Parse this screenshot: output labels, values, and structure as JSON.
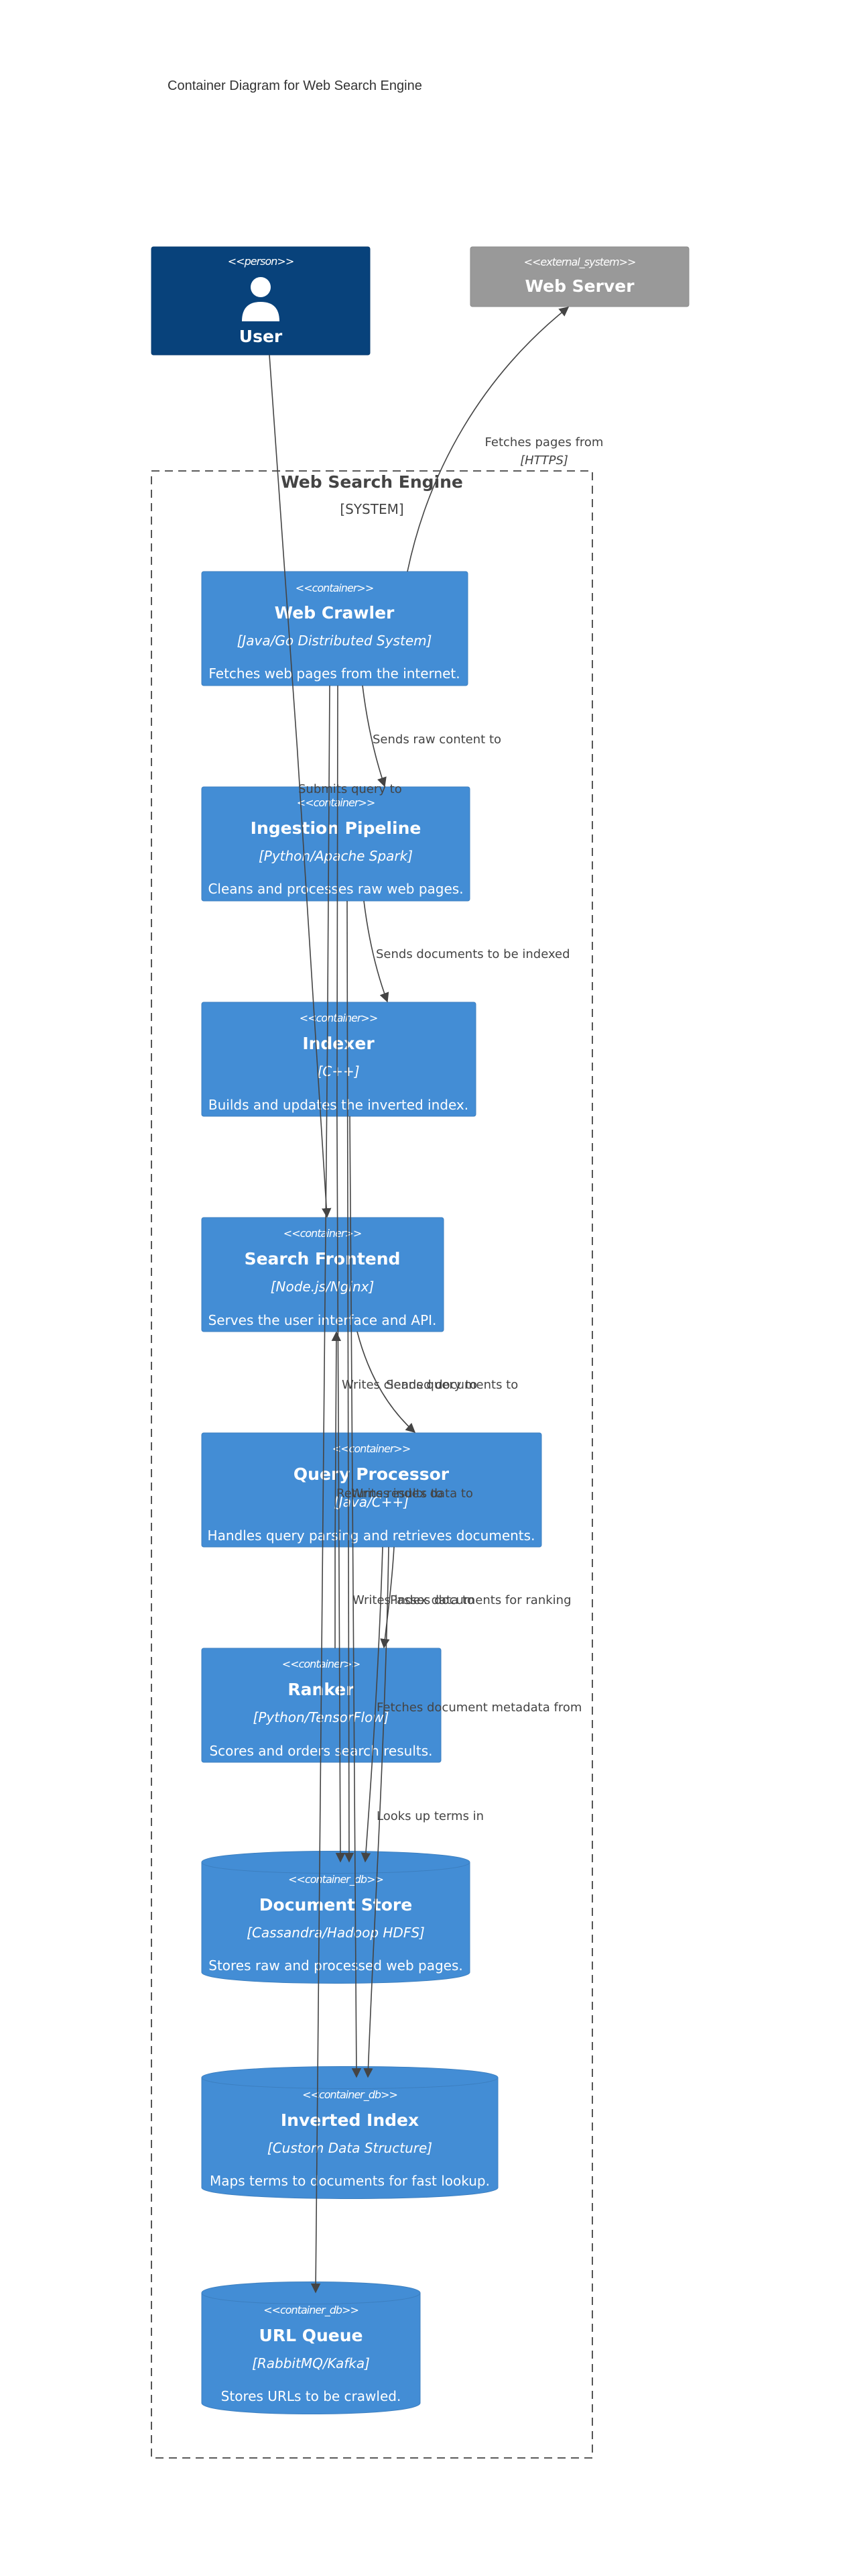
{
  "title": "Container Diagram for Web Search Engine",
  "colors": {
    "person": "#08427B",
    "external": "#999999",
    "container": "#438DD5",
    "boundary": "#444444",
    "line": "#444444"
  },
  "person": {
    "stereotype": "<<person>>",
    "name": "User",
    "icon": "person-icon"
  },
  "external": {
    "stereotype": "<<external_system>>",
    "name": "Web Server"
  },
  "boundary": {
    "name": "Web Search Engine",
    "type": "[SYSTEM]"
  },
  "containers": {
    "crawler": {
      "stereotype": "<<container>>",
      "name": "Web Crawler",
      "tech": "[Java/Go Distributed System]",
      "desc": "Fetches web pages from the internet."
    },
    "ingestion": {
      "stereotype": "<<container>>",
      "name": "Ingestion Pipeline",
      "tech": "[Python/Apache Spark]",
      "desc": "Cleans and processes raw web pages."
    },
    "indexer": {
      "stereotype": "<<container>>",
      "name": "Indexer",
      "tech": "[C++]",
      "desc": "Builds and updates the inverted index."
    },
    "frontend": {
      "stereotype": "<<container>>",
      "name": "Search Frontend",
      "tech": "[Node.js/Nginx]",
      "desc": "Serves the user interface and API."
    },
    "query": {
      "stereotype": "<<container>>",
      "name": "Query Processor",
      "tech": "[Java/C++]",
      "desc": "Handles query parsing and retrieves documents."
    },
    "ranker": {
      "stereotype": "<<container>>",
      "name": "Ranker",
      "tech": "[Python/TensorFlow]",
      "desc": "Scores and orders search results."
    },
    "docstore": {
      "stereotype": "<<container_db>>",
      "name": "Document Store",
      "tech": "[Cassandra/Hadoop HDFS]",
      "desc": "Stores raw and processed web pages."
    },
    "invindex": {
      "stereotype": "<<container_db>>",
      "name": "Inverted Index",
      "tech": "[Custom Data Structure]",
      "desc": "Maps terms to documents for fast lookup."
    },
    "urlqueue": {
      "stereotype": "<<container_db>>",
      "name": "URL Queue",
      "tech": "[RabbitMQ/Kafka]",
      "desc": "Stores URLs to be crawled."
    }
  },
  "relations": {
    "fetches": {
      "label": "Fetches pages from",
      "tech": "[HTTPS]"
    },
    "sends_raw": {
      "label": "Sends raw content to"
    },
    "submits": {
      "label": "Submits query to"
    },
    "sends_docs": {
      "label": "Sends documents to be indexed"
    },
    "writes_clean": {
      "label": "Writes cleaned documents to"
    },
    "sends_query": {
      "label": "Sends query to"
    },
    "returns": {
      "label": "Returns results to"
    },
    "writes_index": {
      "label": "Writes index data to"
    },
    "passes": {
      "label": "Passes documents for ranking"
    },
    "fetches_meta": {
      "label": "Fetches document metadata from"
    },
    "looks_up": {
      "label": "Looks up terms in"
    }
  }
}
